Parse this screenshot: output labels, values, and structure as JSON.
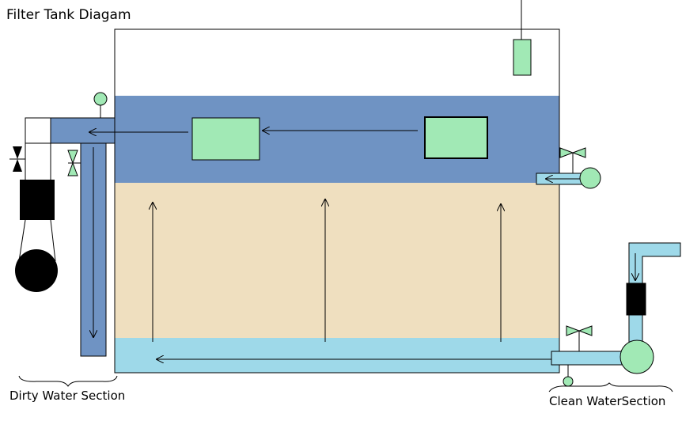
{
  "title": "Filter Tank Diagam",
  "labels": {
    "dirty_section": "Dirty Water Section",
    "clean_section": "Clean WaterSection"
  },
  "colors": {
    "dirty_water": "#6f93c3",
    "sand_bed": "#efdfbf",
    "clean_water": "#9ed9e9",
    "component_green": "#a1e9b5",
    "pump_black": "#000000",
    "outline": "#000000",
    "background": "#ffffff"
  }
}
